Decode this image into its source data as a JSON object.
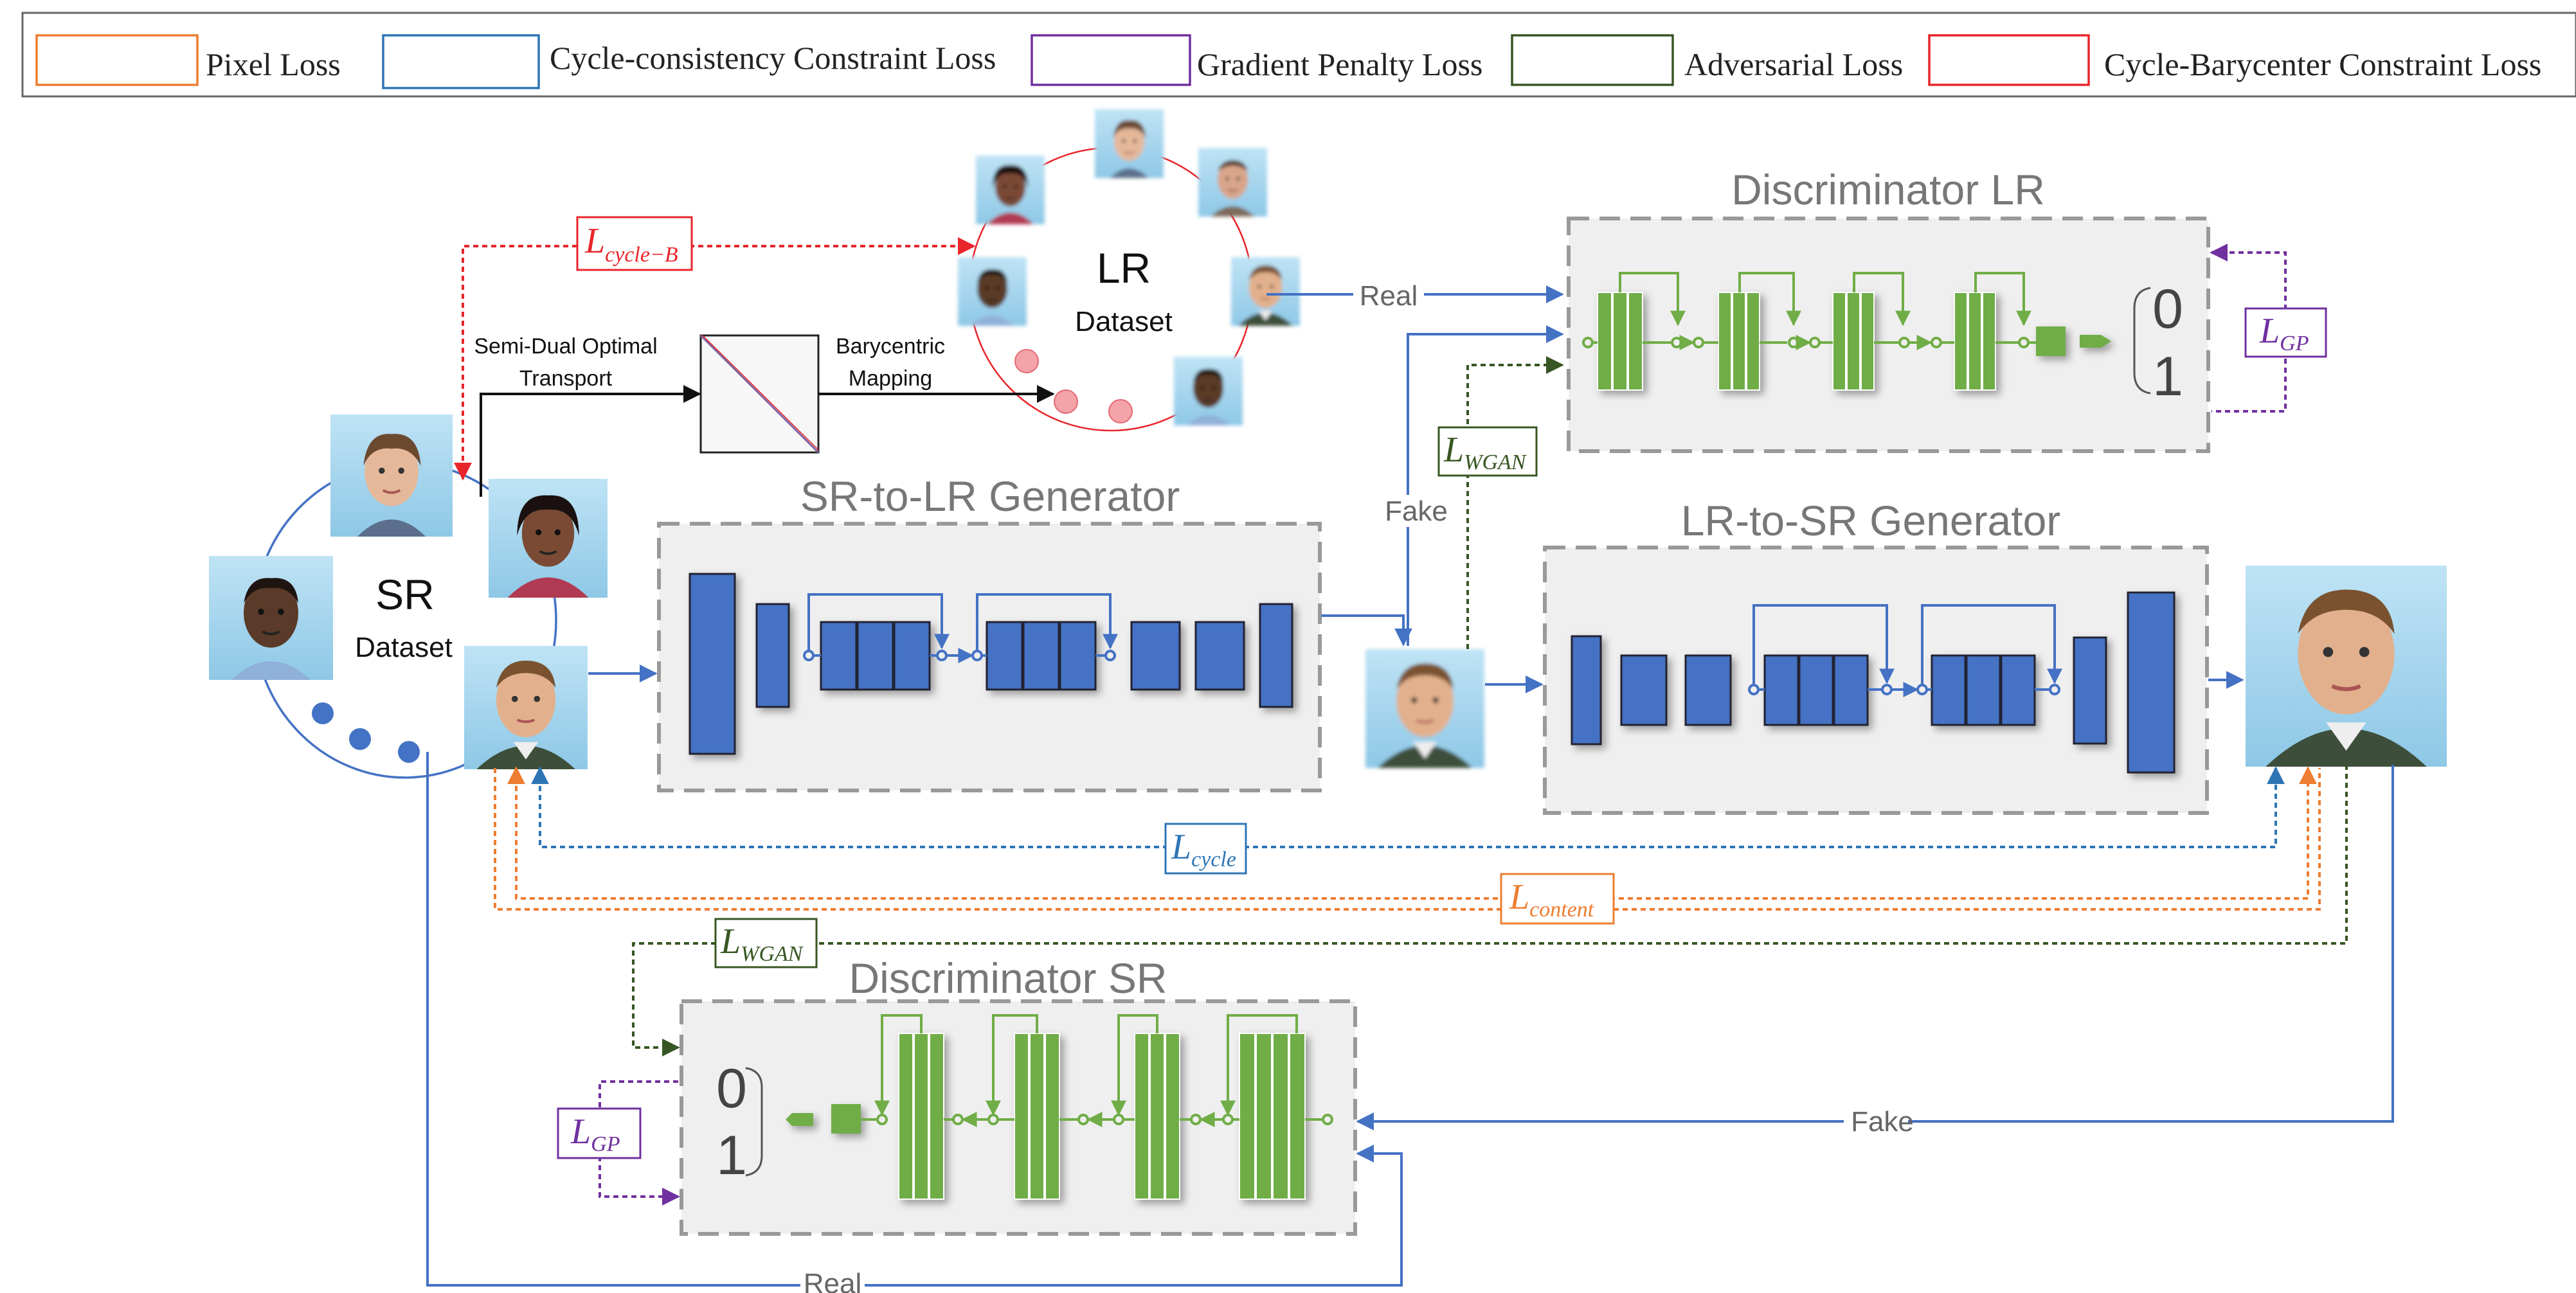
{
  "legend": {
    "items": [
      {
        "label": "Pixel Loss",
        "color": "#ED7D31"
      },
      {
        "label": "Cycle-consistency Constraint Loss",
        "color": "#2E75B6"
      },
      {
        "label": "Gradient Penalty Loss",
        "color": "#7030A0"
      },
      {
        "label": "Adversarial Loss",
        "color": "#375623"
      },
      {
        "label": "Cycle-Barycenter Constraint Loss",
        "color": "#E8262B"
      }
    ]
  },
  "datasets": {
    "sr": {
      "abbr": "SR",
      "word": "Dataset"
    },
    "lr": {
      "abbr": "LR",
      "word": "Dataset"
    }
  },
  "transport": {
    "left_line1": "Semi-Dual Optimal",
    "left_line2": "Transport",
    "right_line1": "Barycentric",
    "right_line2": "Mapping"
  },
  "blocks": {
    "disc_lr_title": "Discriminator LR",
    "disc_sr_title": "Discriminator SR",
    "gen_sr_lr_title": "SR-to-LR Generator",
    "gen_lr_sr_title": "LR-to-SR Generator"
  },
  "outputs": {
    "zero": "0",
    "one": "1"
  },
  "arrow_labels": {
    "real_top": "Real",
    "fake_top": "Fake",
    "fake_bottom": "Fake",
    "real_bottom": "Real"
  },
  "losses": {
    "cycle_b": {
      "main": "L",
      "sub": "cycle−B"
    },
    "gp": {
      "main": "L",
      "sub": "GP"
    },
    "wgan": {
      "main": "L",
      "sub": "WGAN"
    },
    "cycle": {
      "main": "L",
      "sub": "cycle"
    },
    "content": {
      "main": "L",
      "sub": "content"
    }
  },
  "colors": {
    "pixel": "#ED7D31",
    "cycle": "#2E75B6",
    "gp": "#7030A0",
    "adv": "#375623",
    "bary": "#E8262B",
    "flow": "#4472C4",
    "conv": "#4472C4",
    "disc_layer": "#70AD47",
    "box_border": "#999999"
  },
  "icons": {
    "face": "face-photo-icon",
    "transport_map": "transport-map-icon"
  }
}
